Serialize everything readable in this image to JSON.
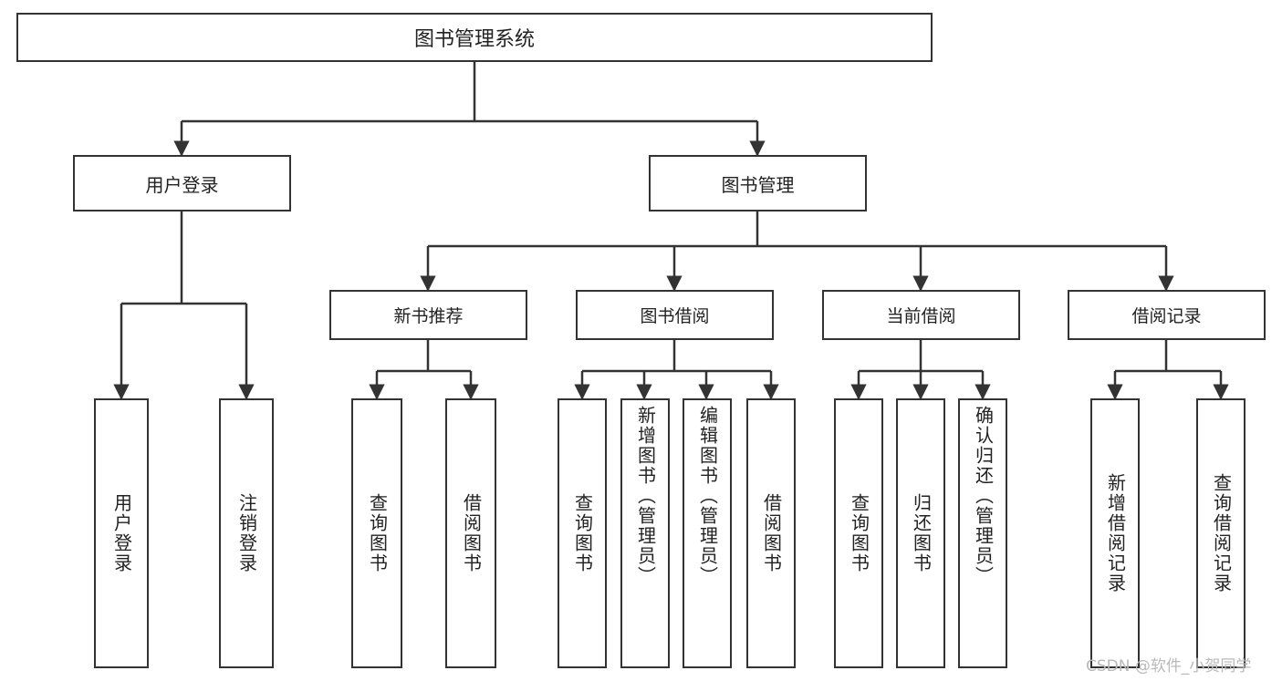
{
  "diagram": {
    "title": "图书管理系统",
    "watermark": "CSDN @软件_小贺同学",
    "colors": {
      "box_border": "#333333",
      "box_fill": "#ffffff",
      "connector": "#333333",
      "text": "#222222",
      "watermark": "#b9b9b9",
      "background": "#ffffff"
    },
    "nodes": {
      "root": "图书管理系统",
      "user_login": "用户登录",
      "book_manage": "图书管理",
      "new_book_recommend": "新书推荐",
      "book_borrow": "图书借阅",
      "current_borrow": "当前借阅",
      "borrow_record": "借阅记录",
      "leaf_user_login": "用户登录",
      "leaf_logout_login": "注销登录",
      "leaf_query_book_1": "查询图书",
      "leaf_borrow_book_1": "借阅图书",
      "leaf_query_book_2": "查询图书",
      "leaf_add_book_admin": "新增图书（管理员）",
      "leaf_edit_book_admin": "编辑图书（管理员）",
      "leaf_borrow_book_2": "借阅图书",
      "leaf_query_book_3": "查询图书",
      "leaf_return_book": "归还图书",
      "leaf_confirm_return_admin": "确认归还（管理员）",
      "leaf_add_borrow_record": "新增借阅记录",
      "leaf_query_borrow_record": "查询借阅记录"
    }
  }
}
